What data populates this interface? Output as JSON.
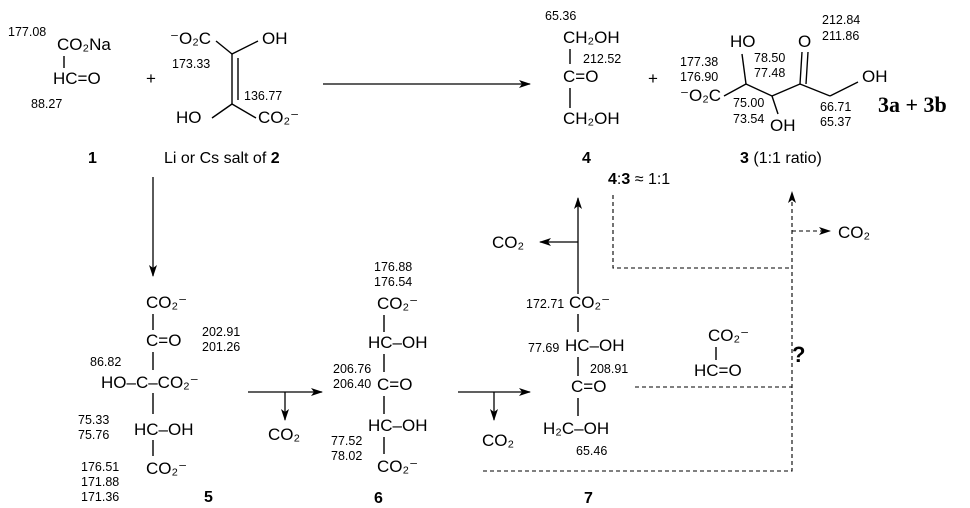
{
  "compound_labels": {
    "c1": "1",
    "c2_label": "Li or Cs salt of",
    "c2_bold": "2",
    "c4": "4",
    "c3_bold": "3",
    "c3_ratio": "(1:1 ratio)",
    "c3ab": "3a + 3b",
    "c5": "5",
    "c6": "6",
    "c7": "7",
    "ratio_43_a": "4",
    "ratio_43_b": ":",
    "ratio_43_c": "3",
    "ratio_43_d": " ≈ 1:1",
    "question": "?"
  },
  "shifts": {
    "s1_co2na": "177.08",
    "s1_cho": "88.27",
    "s2_co2": "173.33",
    "s2_ene": "136.77",
    "s4_ch2": "65.36",
    "s4_co": "212.52",
    "s3_a1": "177.38",
    "s3_a2": "176.90",
    "s3_b1": "78.50",
    "s3_b2": "77.48",
    "s3_c1": "212.84",
    "s3_c2": "211.86",
    "s3_d1": "75.00",
    "s3_d2": "73.54",
    "s3_e1": "66.71",
    "s3_e2": "65.37",
    "s5_co1": "202.91",
    "s5_co2": "201.26",
    "s5_c": "86.82",
    "s5_hc1": "75.33",
    "s5_hc2": "75.76",
    "s5_co2a": "176.51",
    "s5_co2b": "171.88",
    "s5_co2c": "171.36",
    "s6_top1": "176.88",
    "s6_top2": "176.54",
    "s6_co1": "206.76",
    "s6_co2": "206.40",
    "s6_hc1": "77.52",
    "s6_hc2": "78.02",
    "s7_co2": "172.71",
    "s7_hc": "77.69",
    "s7_co": "208.91",
    "s7_ch2": "65.46"
  },
  "fragments": {
    "co2na": "CO₂Na",
    "hc_eq_o": "HC=O",
    "o2c_minus": "⁻O₂C",
    "oh": "OH",
    "ho": "HO",
    "co2_minus": "CO₂⁻",
    "ch2oh": "CH₂OH",
    "c_eq_o": "C=O",
    "co2": "CO₂",
    "ho_c_co2": "HO–C–CO₂⁻",
    "hc_oh": "HC–OH",
    "h2c_oh": "H₂C–OH",
    "plus": "+",
    "o": "O"
  },
  "icons": [
    "reaction-arrow",
    "dashed-pathway-arrow",
    "carbon-dioxide-loss-arrow"
  ]
}
